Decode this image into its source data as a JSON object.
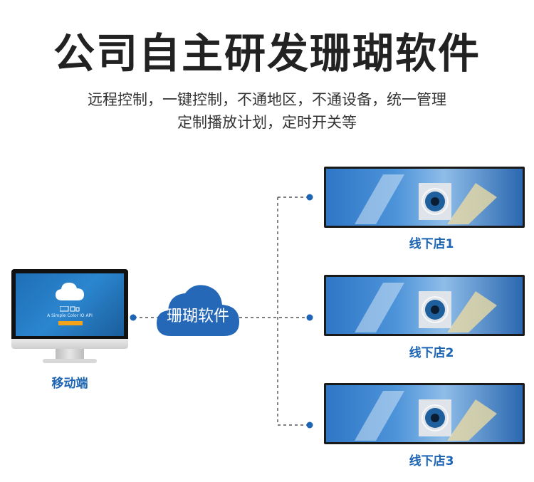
{
  "header": {
    "title": "公司自主研发珊瑚软件",
    "subtitle_line1": "远程控制，一键控制，不通地区，不通设备，统一管理",
    "subtitle_line2": "定制播放计划，定时开关等"
  },
  "source": {
    "label": "移动端",
    "screen_text": "A Simple Color IO API"
  },
  "hub": {
    "label": "珊瑚软件"
  },
  "stores": [
    {
      "label": "线下店1"
    },
    {
      "label": "线下店2"
    },
    {
      "label": "线下店3"
    }
  ],
  "colors": {
    "accent": "#1c64b4",
    "cloud": "#2568b8",
    "line": "#333333"
  }
}
